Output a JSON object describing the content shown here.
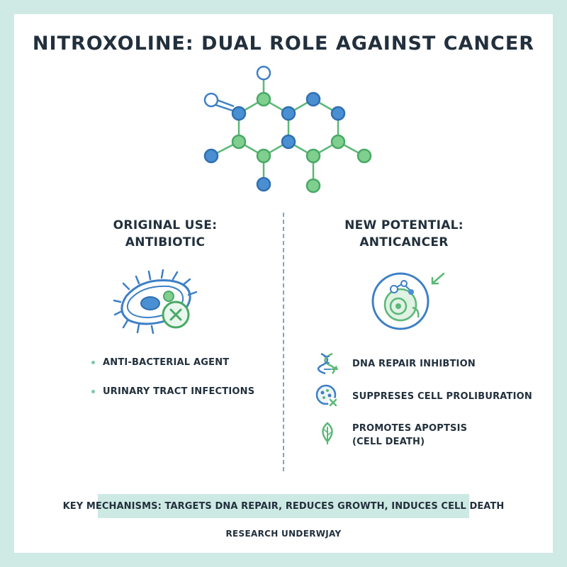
{
  "title": "NITROXOLINE: DUAL ROLE AGAINST CANCER",
  "left": {
    "heading_line1": "ORIGINAL USE:",
    "heading_line2": "ANTIBIOTIC",
    "icon": "bacteria-with-cross-icon",
    "bullets": [
      "ANTI-BACTERIAL AGENT",
      "URINARY TRACT INFECTIONS"
    ]
  },
  "right": {
    "heading_line1": "NEW POTENTIAL:",
    "heading_line2": "ANTICANCER",
    "icon": "targeted-cell-icon",
    "mechanisms": [
      {
        "icon": "dna-icon",
        "text": "DNA REPAIR INHIBTION"
      },
      {
        "icon": "cell-cluster-cross-icon",
        "text": "SUPPRESES CELL PROLIBURATION"
      },
      {
        "icon": "leaf-icon",
        "line1": "PROMOTES APOPTSIS",
        "line2": "(CELL DEATH)"
      }
    ]
  },
  "banner": "KEY MECHANISMS: TARGETS DNA REPAIR, REDUCES GROWTH, INDUCES CELL DEATH",
  "footer": "RESEARCH UNDERWJAY",
  "colors": {
    "blue": "#3d7fc6",
    "green": "#5cb877",
    "background": "#cfeae5",
    "banner": "#cde9e3",
    "text": "#22303d"
  }
}
